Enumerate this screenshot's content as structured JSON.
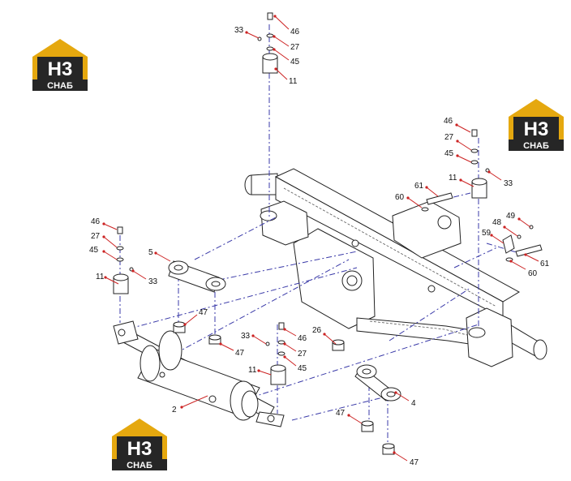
{
  "logo": {
    "mark": "H3",
    "brand": "CHAБ",
    "colors": {
      "gold": "#e5a80f",
      "dark": "#262626",
      "white": "#ffffff"
    }
  },
  "callouts": [
    {
      "id": "c46a",
      "text": "46"
    },
    {
      "id": "c33a",
      "text": "33"
    },
    {
      "id": "c27a",
      "text": "27"
    },
    {
      "id": "c45a",
      "text": "45"
    },
    {
      "id": "c11a",
      "text": "11"
    },
    {
      "id": "c46b",
      "text": "46"
    },
    {
      "id": "c27b",
      "text": "27"
    },
    {
      "id": "c45b",
      "text": "45"
    },
    {
      "id": "c33b",
      "text": "33"
    },
    {
      "id": "c11b",
      "text": "11"
    },
    {
      "id": "c61a",
      "text": "61"
    },
    {
      "id": "c60a",
      "text": "60"
    },
    {
      "id": "c49",
      "text": "49"
    },
    {
      "id": "c48",
      "text": "48"
    },
    {
      "id": "c59",
      "text": "59"
    },
    {
      "id": "c61b",
      "text": "61"
    },
    {
      "id": "c60b",
      "text": "60"
    },
    {
      "id": "c46c",
      "text": "46"
    },
    {
      "id": "c27c",
      "text": "27"
    },
    {
      "id": "c45c",
      "text": "45"
    },
    {
      "id": "c33c",
      "text": "33"
    },
    {
      "id": "c11c",
      "text": "11"
    },
    {
      "id": "c5",
      "text": "5"
    },
    {
      "id": "c47a",
      "text": "47"
    },
    {
      "id": "c47b",
      "text": "47"
    },
    {
      "id": "c33d",
      "text": "33"
    },
    {
      "id": "c46d",
      "text": "46"
    },
    {
      "id": "c27d",
      "text": "27"
    },
    {
      "id": "c11d",
      "text": "11"
    },
    {
      "id": "c45d",
      "text": "45"
    },
    {
      "id": "c26",
      "text": "26"
    },
    {
      "id": "c2",
      "text": "2"
    },
    {
      "id": "c4",
      "text": "4"
    },
    {
      "id": "c47c",
      "text": "47"
    },
    {
      "id": "c47d",
      "text": "47"
    }
  ]
}
